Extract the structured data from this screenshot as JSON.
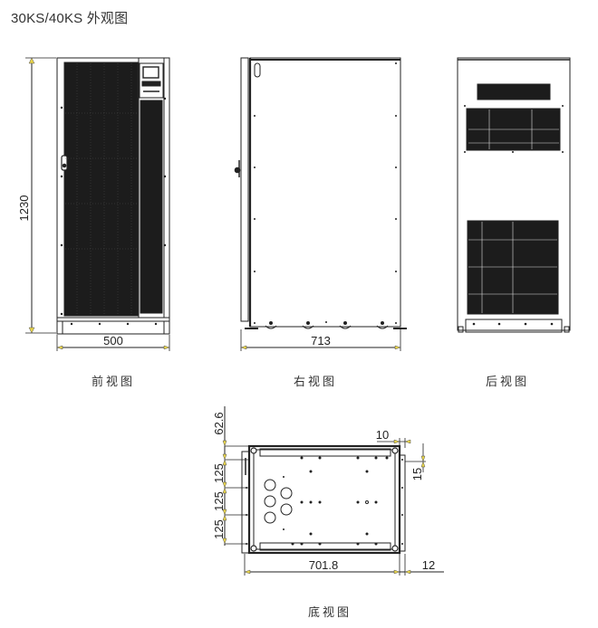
{
  "page": {
    "title": "30KS/40KS 外观图"
  },
  "views": {
    "front": {
      "caption": "前视图",
      "dimensions": {
        "height": "1230",
        "width": "500"
      }
    },
    "right": {
      "caption": "右视图",
      "dimensions": {
        "depth": "713"
      }
    },
    "rear": {
      "caption": "后视图"
    },
    "bottom": {
      "caption": "底视图",
      "dimensions": {
        "top_offset": "62.6",
        "pitch_1": "125",
        "pitch_2": "125",
        "pitch_3": "125",
        "width": "701.8",
        "right_margin": "12",
        "side_offset": "10",
        "corner_offset": "15"
      }
    }
  },
  "colors": {
    "line": "#222222",
    "arrow": "#e8d44a",
    "panel_fill": "#1a1a1a",
    "background": "#ffffff"
  }
}
